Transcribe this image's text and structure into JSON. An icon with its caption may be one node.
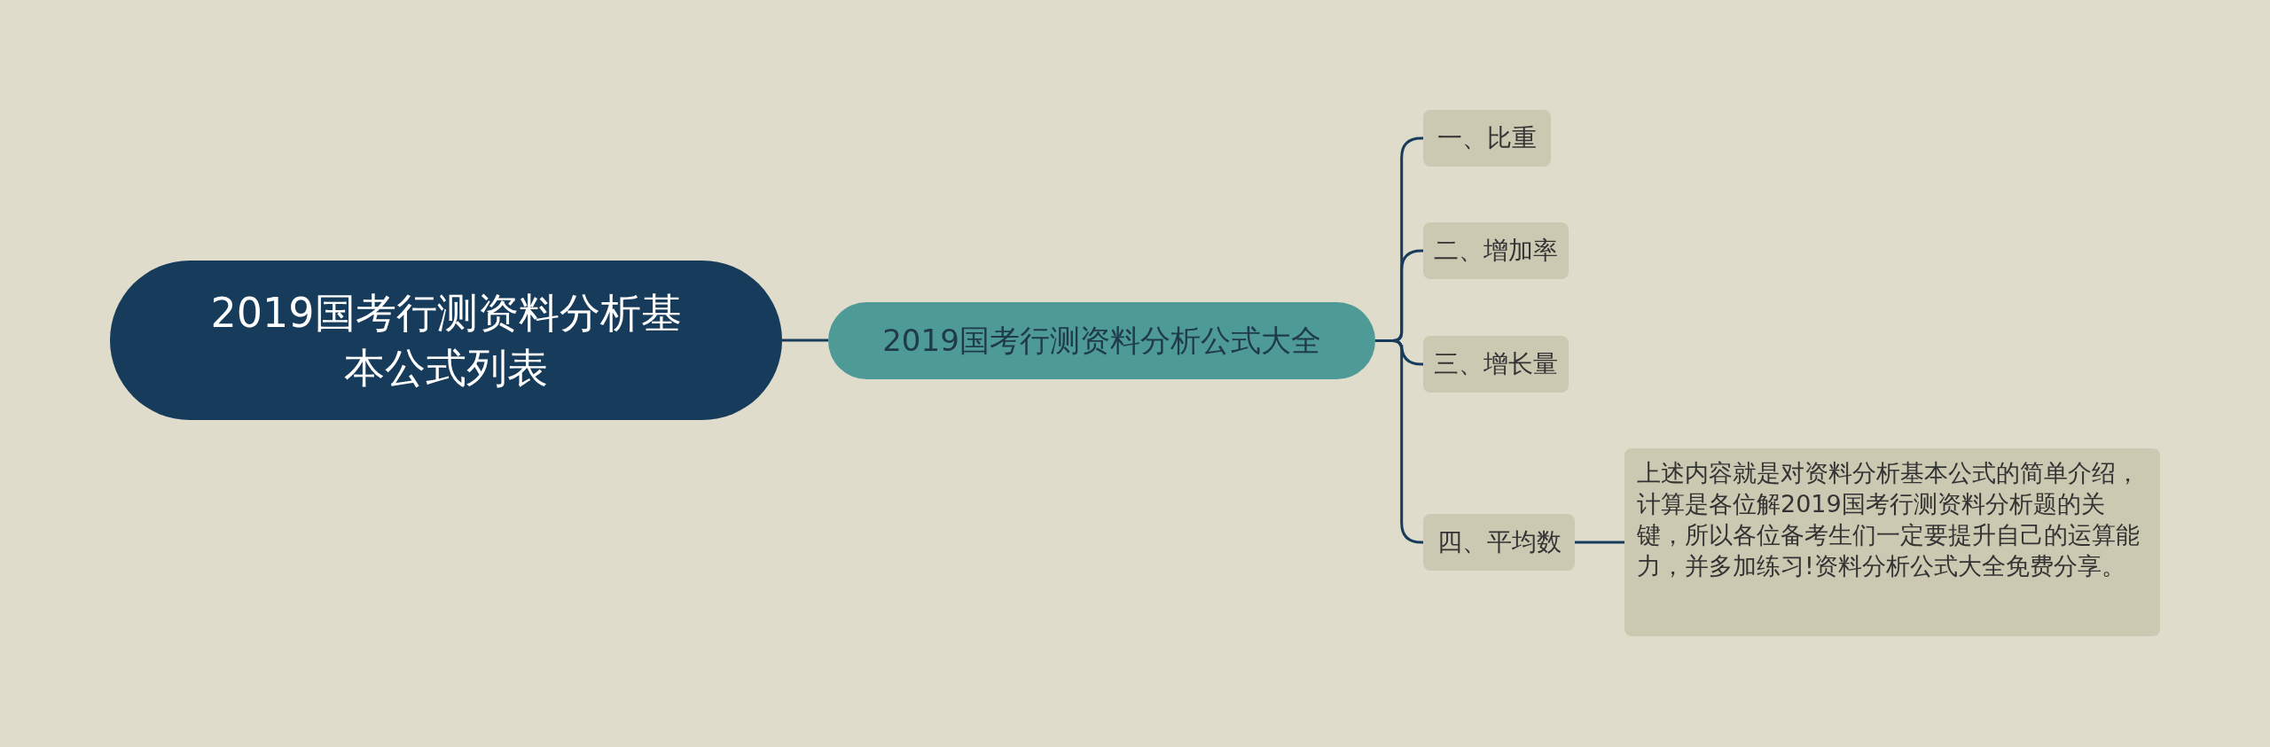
{
  "diagram": {
    "nodes": [
      {
        "text": [
          "2019国考行测资料分析基本公式列表"
        ]
      },
      {
        "text": [
          "2019国考行测资料分析公式大全"
        ]
      },
      {
        "text": [
          "一、比重"
        ]
      },
      {
        "text": [
          "二、增加率"
        ]
      },
      {
        "text": [
          "三、增长量"
        ]
      },
      {
        "text": [
          "四、平均数"
        ]
      },
      {
        "text": [
          "上述内容就是对资料分析基本公式的简单介绍，计算是各位解2019国考行测资料分析题的关键，所以各位备考生们一定要提升自己的运算能力，并多加练习!资料分析公式大全免费分享。"
        ]
      }
    ],
    "edges": [
      {
        "from": 0,
        "to": 1,
        "arrow": "none"
      },
      {
        "from": 1,
        "to": 2,
        "arrow": "none"
      },
      {
        "from": 1,
        "to": 3,
        "arrow": "none"
      },
      {
        "from": 1,
        "to": 4,
        "arrow": "none"
      },
      {
        "from": 1,
        "to": 5,
        "arrow": "none"
      },
      {
        "from": 5,
        "to": 6,
        "arrow": "none"
      }
    ]
  }
}
